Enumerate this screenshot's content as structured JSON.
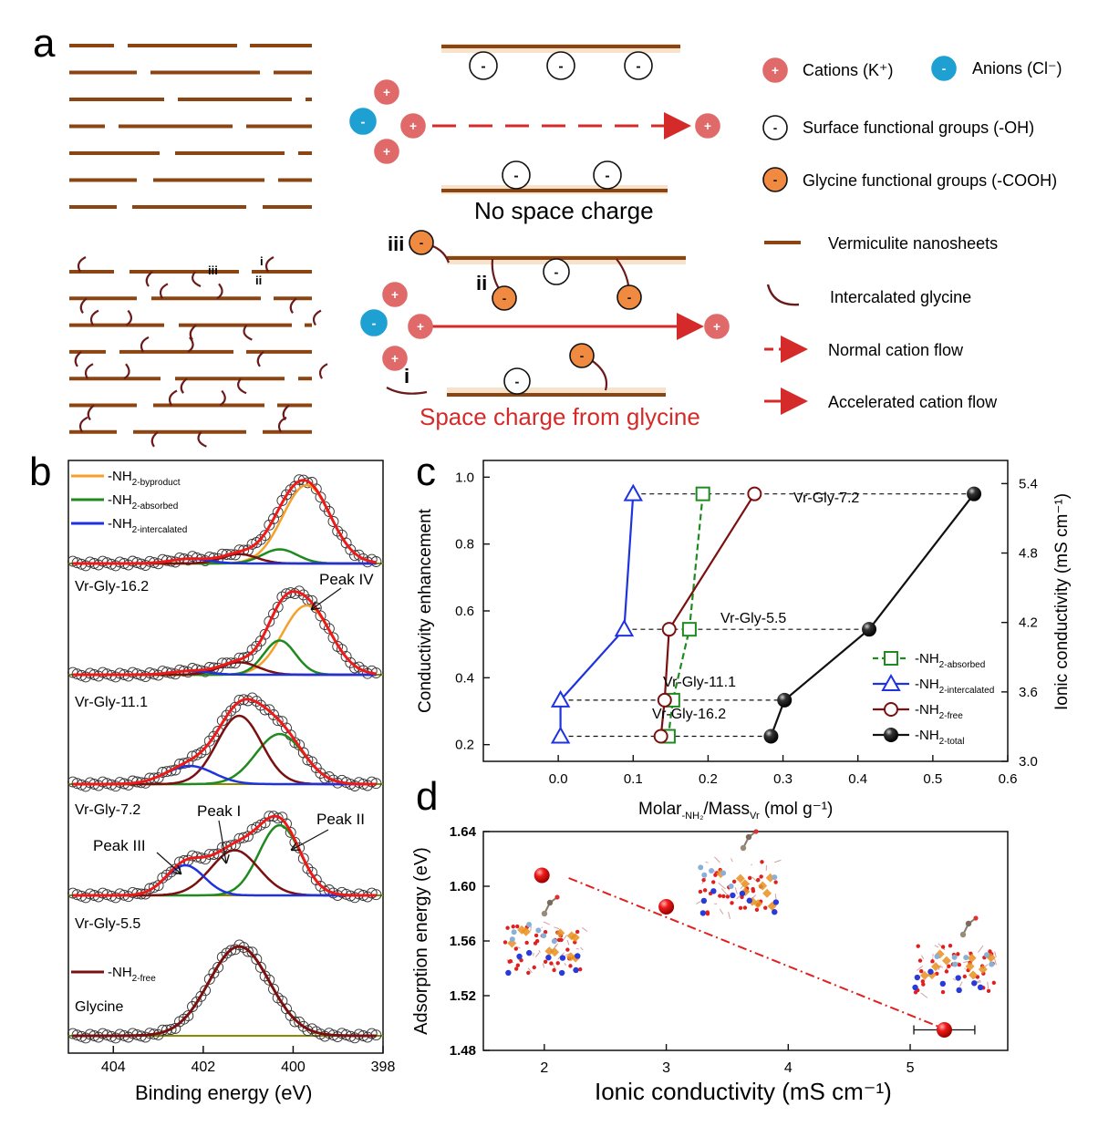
{
  "panels": {
    "a": "a",
    "b": "b",
    "c": "c",
    "d": "d"
  },
  "schematic": {
    "top_caption": "No space charge",
    "bottom_caption": "Space charge from glycine",
    "site_labels": [
      "i",
      "ii",
      "iii"
    ],
    "plus_sign": "+",
    "minus_sign": "-",
    "legend": [
      {
        "key": "cation",
        "label": "Cations (K⁺)"
      },
      {
        "key": "anion",
        "label": "Anions (Cl⁻)"
      },
      {
        "key": "surface",
        "label": "Surface functional groups (-OH)"
      },
      {
        "key": "glycine",
        "label": "Glycine functional groups (-COOH)"
      },
      {
        "key": "sheet",
        "label": "Vermiculite nanosheets"
      },
      {
        "key": "intercalated",
        "label": "Intercalated glycine"
      },
      {
        "key": "normal",
        "label": "Normal cation flow"
      },
      {
        "key": "accelerated",
        "label": "Accelerated cation flow"
      }
    ],
    "colors": {
      "sheet": "#8b4513",
      "glycine_chain": "#6b1a1a",
      "cation": "#e06a6a",
      "anion": "#1ea0d2",
      "glycine_group": "#f08a40",
      "flow": "#d42a2a"
    }
  },
  "xps": {
    "xlabel": "Binding energy (eV)",
    "xticks": [
      "404",
      "402",
      "400",
      "398"
    ],
    "legend_top": [
      {
        "main": "-NH",
        "sub": "2-byproduct",
        "color": "#f5a02a"
      },
      {
        "main": "-NH",
        "sub": "2-absorbed",
        "color": "#1f8a1f"
      },
      {
        "main": "-NH",
        "sub": "2-intercalated",
        "color": "#1e32e0"
      }
    ],
    "legend_free": {
      "main": "-NH",
      "sub": "2-free",
      "color": "#7a1010"
    },
    "sample_labels": [
      "Vr-Gly-16.2",
      "Vr-Gly-11.1",
      "Vr-Gly-7.2",
      "Vr-Gly-5.5",
      "Glycine"
    ],
    "peak_labels": {
      "p1": "Peak I",
      "p2": "Peak II",
      "p3": "Peak III",
      "p4": "Peak IV"
    }
  },
  "chart_data": [
    {
      "type": "line",
      "panel": "c",
      "xlabel": "Molar",
      "xlabel_sub": "-NH₂",
      "xlabel_mid": "/Mass",
      "xlabel_sub2": "Vr",
      "xlabel_end": " (mol g⁻¹)",
      "ylabel": "Conductivity enhancement",
      "y2label": "Ionic conductivity (mS cm⁻¹)",
      "xlim": [
        -0.1,
        0.6
      ],
      "ylim": [
        0.15,
        1.05
      ],
      "y2lim": [
        3.0,
        5.6
      ],
      "xticks": [
        "0.0",
        "0.1",
        "0.2",
        "0.3",
        "0.4",
        "0.5",
        "0.6"
      ],
      "yticks": [
        "0.2",
        "0.4",
        "0.6",
        "0.8",
        "1.0"
      ],
      "y2ticks": [
        "3.0",
        "3.6",
        "4.2",
        "4.8",
        "5.4"
      ],
      "sample_annotations": [
        "Vr-Gly-7.2",
        "Vr-Gly-5.5",
        "Vr-Gly-11.1",
        "Vr-Gly-16.2"
      ],
      "series": [
        {
          "name": "-NH",
          "sub": "2-absorbed",
          "color": "#1f8a1f",
          "marker": "square",
          "dash": true,
          "x": [
            0.193,
            0.175,
            0.153,
            0.147
          ],
          "y": [
            0.95,
            0.545,
            0.333,
            0.225
          ]
        },
        {
          "name": "-NH",
          "sub": "2-intercalated",
          "color": "#1e32e0",
          "marker": "triangle",
          "dash": false,
          "x": [
            0.1,
            0.088,
            0.003,
            0.003
          ],
          "y": [
            0.95,
            0.545,
            0.333,
            0.225
          ]
        },
        {
          "name": "-NH",
          "sub": "2-free",
          "color": "#7a1010",
          "marker": "circle",
          "dash": false,
          "x": [
            0.262,
            0.148,
            0.142,
            0.137
          ],
          "y": [
            0.95,
            0.545,
            0.333,
            0.225
          ]
        },
        {
          "name": "-NH",
          "sub": "2-total",
          "color": "#111111",
          "marker": "ball",
          "dash": false,
          "x": [
            0.555,
            0.415,
            0.302,
            0.284
          ],
          "y": [
            0.95,
            0.545,
            0.333,
            0.225
          ]
        }
      ]
    },
    {
      "type": "scatter",
      "panel": "d",
      "xlabel": "Ionic conductivity (mS cm⁻¹)",
      "ylabel": "Adsorption energy (eV)",
      "xlim": [
        1.5,
        5.8
      ],
      "ylim": [
        1.48,
        1.64
      ],
      "xticks": [
        "2",
        "3",
        "4",
        "5"
      ],
      "yticks": [
        "1.48",
        "1.52",
        "1.56",
        "1.60",
        "1.64"
      ],
      "points": [
        {
          "x": 1.98,
          "y": 1.608,
          "xerr": 0
        },
        {
          "x": 3.0,
          "y": 1.585,
          "xerr": 0.03
        },
        {
          "x": 5.28,
          "y": 1.495,
          "xerr": 0.25
        }
      ],
      "fit": {
        "x": [
          2.2,
          5.3
        ],
        "y": [
          1.606,
          1.495
        ],
        "color": "#e02020"
      }
    }
  ]
}
